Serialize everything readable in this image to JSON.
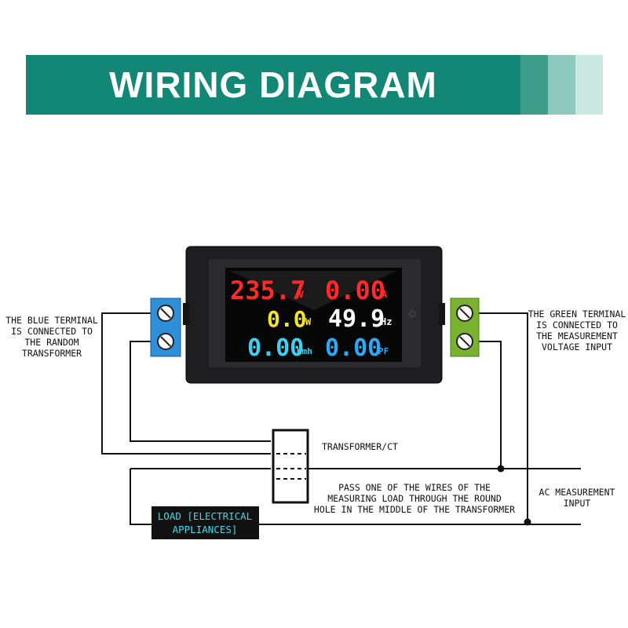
{
  "banner": {
    "title": "WIRING DIAGRAM",
    "color": "#138775",
    "stripe_colors": [
      "#3f9d8c",
      "#8ec9bd",
      "#cbe7e1"
    ]
  },
  "meter": {
    "voltage": "235.7",
    "voltage_unit": "V",
    "current": "0.00",
    "current_unit": "A",
    "power": "0.0",
    "power_unit": "W",
    "frequency": "49.9",
    "frequency_unit": "Hz",
    "energy": "0.00",
    "energy_unit": "Kmh",
    "power_factor": "0.00",
    "power_factor_unit": "PF",
    "colors": {
      "voltage": "#ff2a2a",
      "current": "#ff2a2a",
      "power": "#f4e52a",
      "frequency": "#ffffff",
      "energy": "#3ed0f0",
      "power_factor": "#2fa8f5"
    }
  },
  "labels": {
    "blue_terminal": [
      "THE BLUE TERMINAL",
      "IS CONNECTED TO",
      "THE RANDOM",
      "TRANSFORMER"
    ],
    "green_terminal": [
      "THE GREEN TERMINAL",
      "IS CONNECTED TO",
      "THE MEASUREMENT",
      "VOLTAGE INPUT"
    ],
    "transformer": "TRANSFORMER/CT",
    "instruction": [
      "PASS ONE OF THE WIRES OF THE",
      "MEASURING LOAD THROUGH THE ROUND",
      "HOLE IN THE MIDDLE OF THE TRANSFORMER"
    ],
    "ac_input": [
      "AC MEASUREMENT",
      "INPUT"
    ],
    "load": [
      "LOAD [ELECTRICAL",
      "APPLIANCES]"
    ]
  },
  "terminals": {
    "blue_color": "#2f8fd8",
    "green_color": "#78b22e"
  }
}
